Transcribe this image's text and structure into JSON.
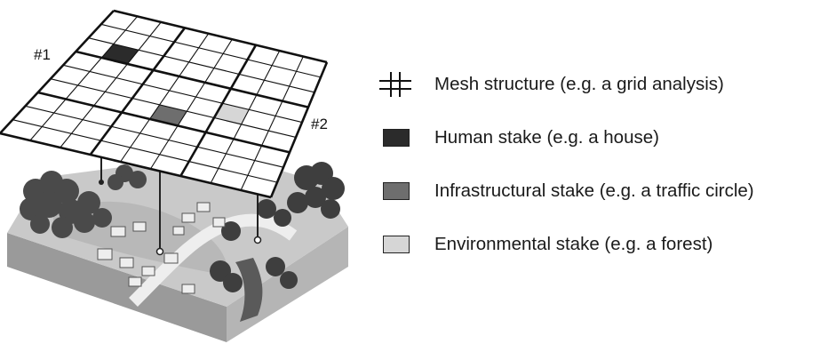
{
  "labels": {
    "zone1": "#1",
    "zone2": "#2"
  },
  "legend": [
    {
      "key": "mesh",
      "icon": "mesh-grid-icon",
      "text": "Mesh structure (e.g. a grid analysis)"
    },
    {
      "key": "human",
      "color": "#2b2b2b",
      "text": "Human stake (e.g. a house)"
    },
    {
      "key": "infra",
      "color": "#6e6e6e",
      "text": "Infrastructural stake (e.g. a traffic circle)"
    },
    {
      "key": "env",
      "color": "#d6d6d6",
      "text": "Environmental stake (e.g. a forest)"
    }
  ],
  "colors": {
    "human": "#2b2b2b",
    "infra": "#6e6e6e",
    "env": "#d6d6d6",
    "terrain": "#c8c8c8",
    "forest": "#555555"
  },
  "grid": {
    "rows": 9,
    "cols": 9
  }
}
